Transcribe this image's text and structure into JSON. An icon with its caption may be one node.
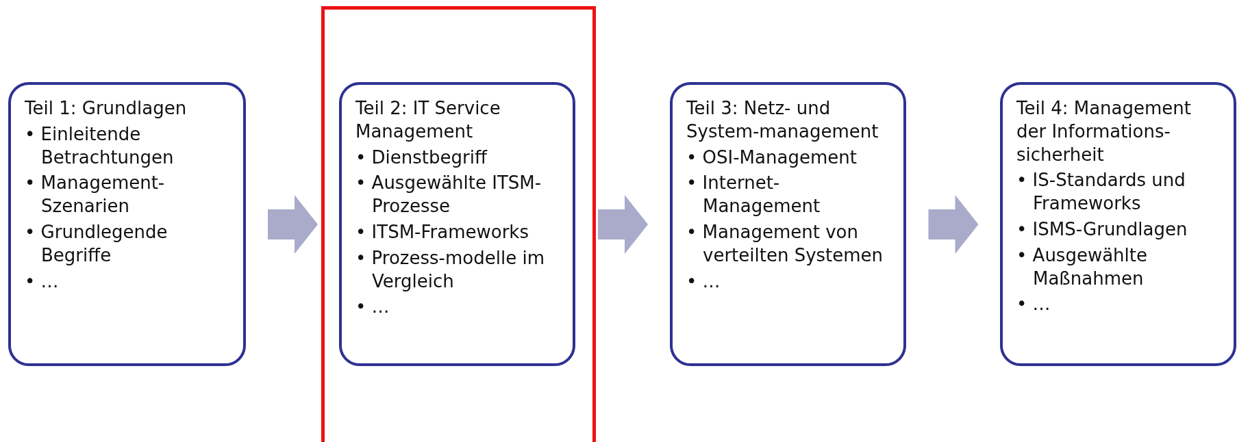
{
  "diagram": {
    "nodes": [
      {
        "text": [
          "Teil 1: Grundlagen",
          "• Einleitende Betrachtungen",
          "• Management- Szenarien",
          "• Grundlegende Begriffe",
          "• …"
        ]
      },
      {
        "text": [],
        "shape": "box"
      },
      {
        "text": [
          "Teil 2: IT Service Management",
          "• Dienstbegriff",
          "• Ausgewählte ITSM-Prozesse",
          "• ITSM-Frameworks",
          "• Prozess-modelle im Vergleich",
          "• …"
        ],
        "in": 1
      },
      {
        "text": [
          "Teil 3: Netz- und System-management",
          "• OSI-Management",
          "• Internet- Management",
          "• Management von verteilten Systemen",
          "• …"
        ]
      },
      {
        "text": [
          "Teil 4: Management der Informations- sicherheit",
          "• IS-Standards und Frameworks",
          "• ISMS-Grundlagen",
          "• Ausgewählte Maßnahmen",
          "• …"
        ]
      }
    ],
    "edges": [
      {
        "from": 0,
        "to": 2,
        "arrow": "to"
      },
      {
        "from": 2,
        "to": 3,
        "arrow": "to"
      },
      {
        "from": 3,
        "to": 4,
        "arrow": "to"
      }
    ]
  }
}
